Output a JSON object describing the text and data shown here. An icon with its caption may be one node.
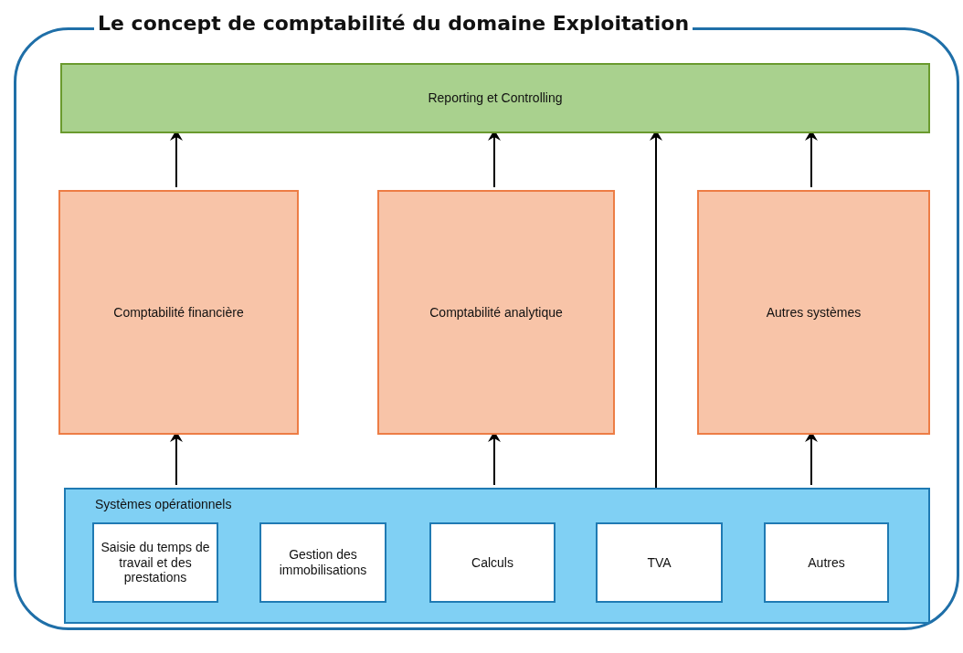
{
  "diagram": {
    "nodes": [
      {
        "text": [
          "Le concept de comptabilité du domaine Exploitation"
        ]
      },
      {
        "text": [
          "Reporting et Controlling"
        ],
        "in": 0
      },
      {
        "text": [
          "Comptabilité financière"
        ],
        "in": 0
      },
      {
        "text": [
          "Comptabilité analytique"
        ],
        "in": 0
      },
      {
        "text": [
          "Autres systèmes"
        ],
        "in": 0
      },
      {
        "text": [
          "Systèmes opérationnels"
        ],
        "in": 0
      },
      {
        "text": [
          "Saisie du temps de travail et des prestations"
        ],
        "in": 5
      },
      {
        "text": [
          "Gestion des immobilisations"
        ],
        "in": 5
      },
      {
        "text": [
          "Calculs"
        ],
        "in": 5
      },
      {
        "text": [
          "TVA"
        ],
        "in": 5
      },
      {
        "text": [
          "Autres"
        ],
        "in": 5
      }
    ],
    "edges": [
      {
        "from": 2,
        "to": 1,
        "arrow": "to"
      },
      {
        "from": 3,
        "to": 1,
        "arrow": "to"
      },
      {
        "from": 9,
        "to": 1,
        "arrow": "to"
      },
      {
        "from": 4,
        "to": 1,
        "arrow": "to"
      },
      {
        "from": 5,
        "to": 2,
        "arrow": "to"
      },
      {
        "from": 5,
        "to": 3,
        "arrow": "to"
      },
      {
        "from": 5,
        "to": 4,
        "arrow": "to"
      }
    ]
  }
}
